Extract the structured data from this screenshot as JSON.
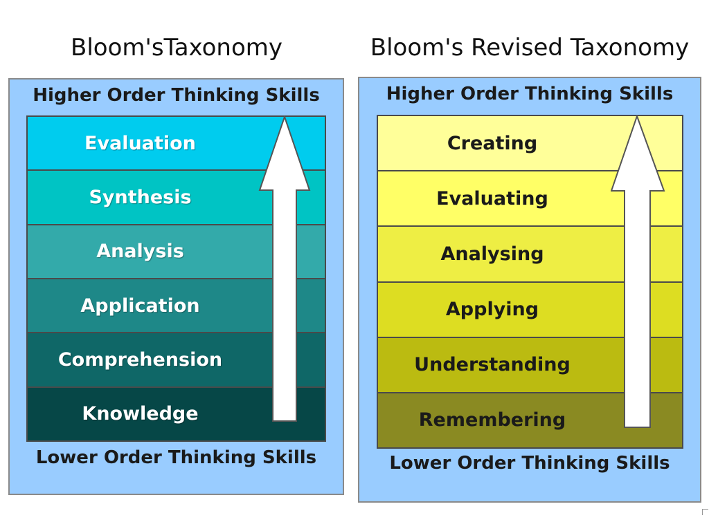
{
  "left": {
    "title": "Bloom'sTaxonomy",
    "top_label": "Higher Order  Thinking Skills",
    "bottom_label": "Lower Order Thinking Skills",
    "levels": [
      {
        "label": "Evaluation",
        "color": "#00ccee"
      },
      {
        "label": "Synthesis",
        "color": "#00c4c4"
      },
      {
        "label": "Analysis",
        "color": "#33aaaa"
      },
      {
        "label": "Application",
        "color": "#1e8888"
      },
      {
        "label": "Comprehension",
        "color": "#0f6767"
      },
      {
        "label": "Knowledge",
        "color": "#064747"
      }
    ]
  },
  "right": {
    "title": "Bloom's Revised Taxonomy",
    "top_label": "Higher Order  Thinking Skills",
    "bottom_label": "Lower Order Thinking Skills",
    "levels": [
      {
        "label": "Creating",
        "color": "#ffff99"
      },
      {
        "label": "Evaluating",
        "color": "#ffff66"
      },
      {
        "label": "Analysing",
        "color": "#eeee44"
      },
      {
        "label": "Applying",
        "color": "#dddd22"
      },
      {
        "label": "Understanding",
        "color": "#bbbb11"
      },
      {
        "label": "Remembering",
        "color": "#8a8a22"
      }
    ]
  },
  "colors": {
    "panel_background": "#99ccff",
    "arrow_fill": "#ffffff"
  }
}
